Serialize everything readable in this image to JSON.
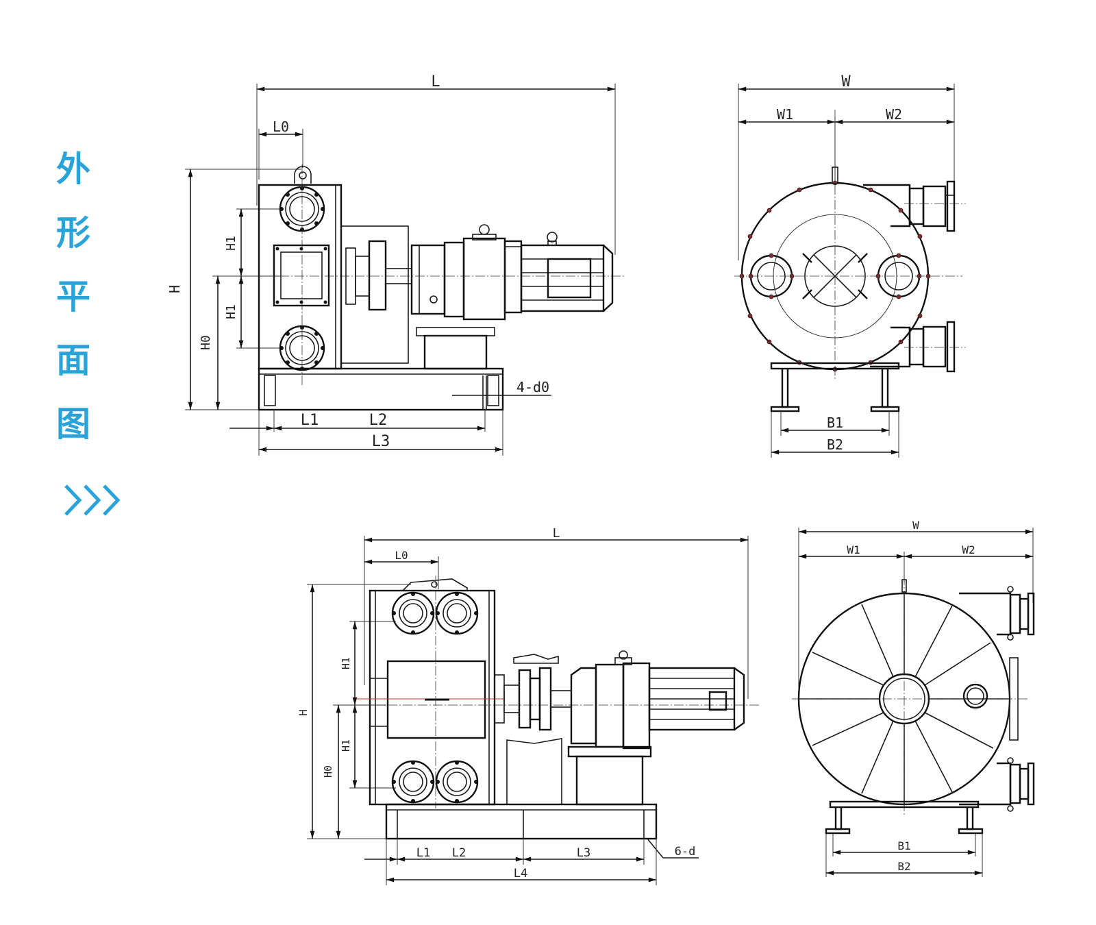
{
  "title": {
    "chars": [
      "外",
      "形",
      "平",
      "面",
      "图"
    ],
    "color": "#2aa3d8"
  },
  "chevron_icon": "triple-chevron-right-icon",
  "top_side": {
    "L": "L",
    "L0": "L0",
    "H": "H",
    "H1_upper": "H1",
    "H1_lower": "H1",
    "H0": "H0",
    "L1": "L1",
    "L2": "L2",
    "L3": "L3",
    "hole_note": "4-d0"
  },
  "top_front": {
    "W": "W",
    "W1": "W1",
    "W2": "W2",
    "B1": "B1",
    "B2": "B2"
  },
  "bottom_side": {
    "L": "L",
    "L0": "L0",
    "H": "H",
    "H1_upper": "H1",
    "H1_lower": "H1",
    "H0": "H0",
    "L1": "L1",
    "L2": "L2",
    "L3": "L3",
    "L4": "L4",
    "hole_note": "6-d"
  },
  "bottom_front": {
    "W": "W",
    "W1": "W1",
    "W2": "W2",
    "B1": "B1",
    "B2": "B2"
  }
}
